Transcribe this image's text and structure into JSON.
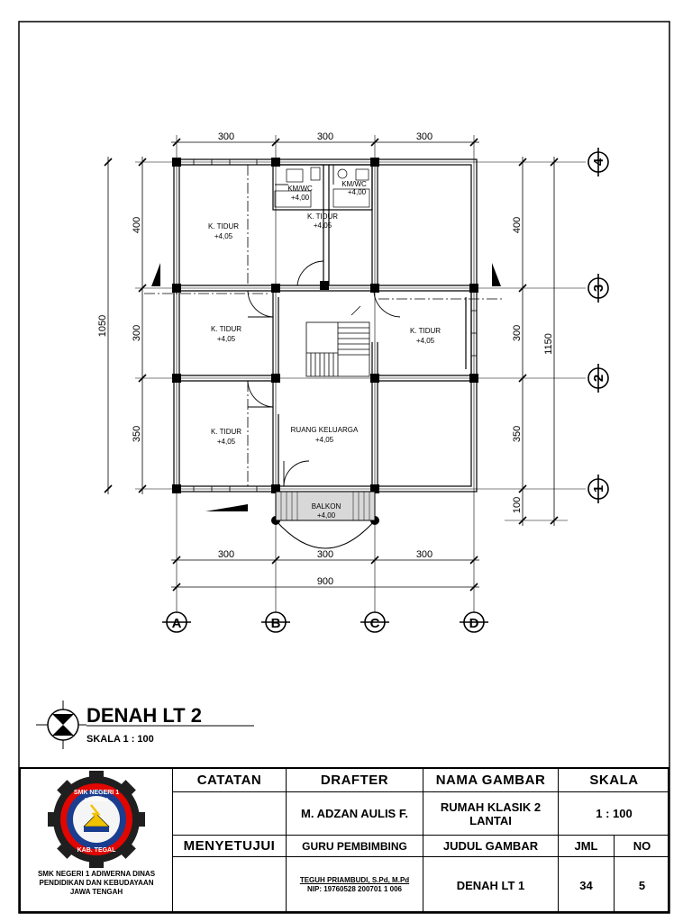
{
  "plan": {
    "dims_top": [
      "300",
      "300",
      "300"
    ],
    "dims_bottom": [
      "300",
      "300",
      "300"
    ],
    "dim_total_bottom": "900",
    "dims_left": [
      "400",
      "300",
      "350"
    ],
    "dim_total_left": "1050",
    "dims_right": [
      "400",
      "300",
      "350",
      "100"
    ],
    "dim_total_right": "1150",
    "axes_letters": [
      "A",
      "B",
      "C",
      "D"
    ],
    "axes_numbers": [
      "1",
      "2",
      "3",
      "4"
    ],
    "rooms": [
      {
        "name": "K. TIDUR",
        "level": "+4,05"
      },
      {
        "name": "KM/WC",
        "level": "+4,00"
      },
      {
        "name": "KM/WC",
        "level": "+4,00"
      },
      {
        "name": "K. TIDUR",
        "level": "+4,05"
      },
      {
        "name": "K. TIDUR",
        "level": "+4,05"
      },
      {
        "name": "K. TIDUR",
        "level": "+4,05"
      },
      {
        "name": "K. TIDUR",
        "level": "+4,05"
      },
      {
        "name": "RUANG KELUARGA",
        "level": "+4,05"
      },
      {
        "name": "BALKON",
        "level": "+4,00"
      }
    ]
  },
  "drawing_title": "DENAH LT 2",
  "drawing_scale": "SKALA  1 : 100",
  "titleblock": {
    "school_line1": "SMK NEGERI 1 ADIWERNA DINAS",
    "school_line2": "PENDIDIKAN DAN KEBUDAYAAN",
    "school_line3": "JAWA TENGAH",
    "logo_top": "SMK NEGERI 1",
    "logo_mid": "ADIWERNA",
    "logo_bottom": "KAB. TEGAL",
    "catatan_label": "CATATAN",
    "drafter_label": "DRAFTER",
    "drafter_name": "M. ADZAN AULIS F.",
    "nama_gambar_label": "NAMA GAMBAR",
    "nama_gambar_value": "RUMAH KLASIK 2 LANTAI",
    "skala_label": "SKALA",
    "skala_value": "1 : 100",
    "menyetujui_label": "MENYETUJUI",
    "guru_label": "GURU PEMBIMBING",
    "guru_name": "TEGUH PRIAMBUDI, S.Pd, M.Pd",
    "guru_nip": "NIP: 19760528 200701 1 006",
    "judul_gambar_label": "JUDUL GAMBAR",
    "judul_gambar_value": "DENAH LT 1",
    "jml_label": "JML",
    "jml_value": "34",
    "no_label": "NO",
    "no_value": "5"
  }
}
